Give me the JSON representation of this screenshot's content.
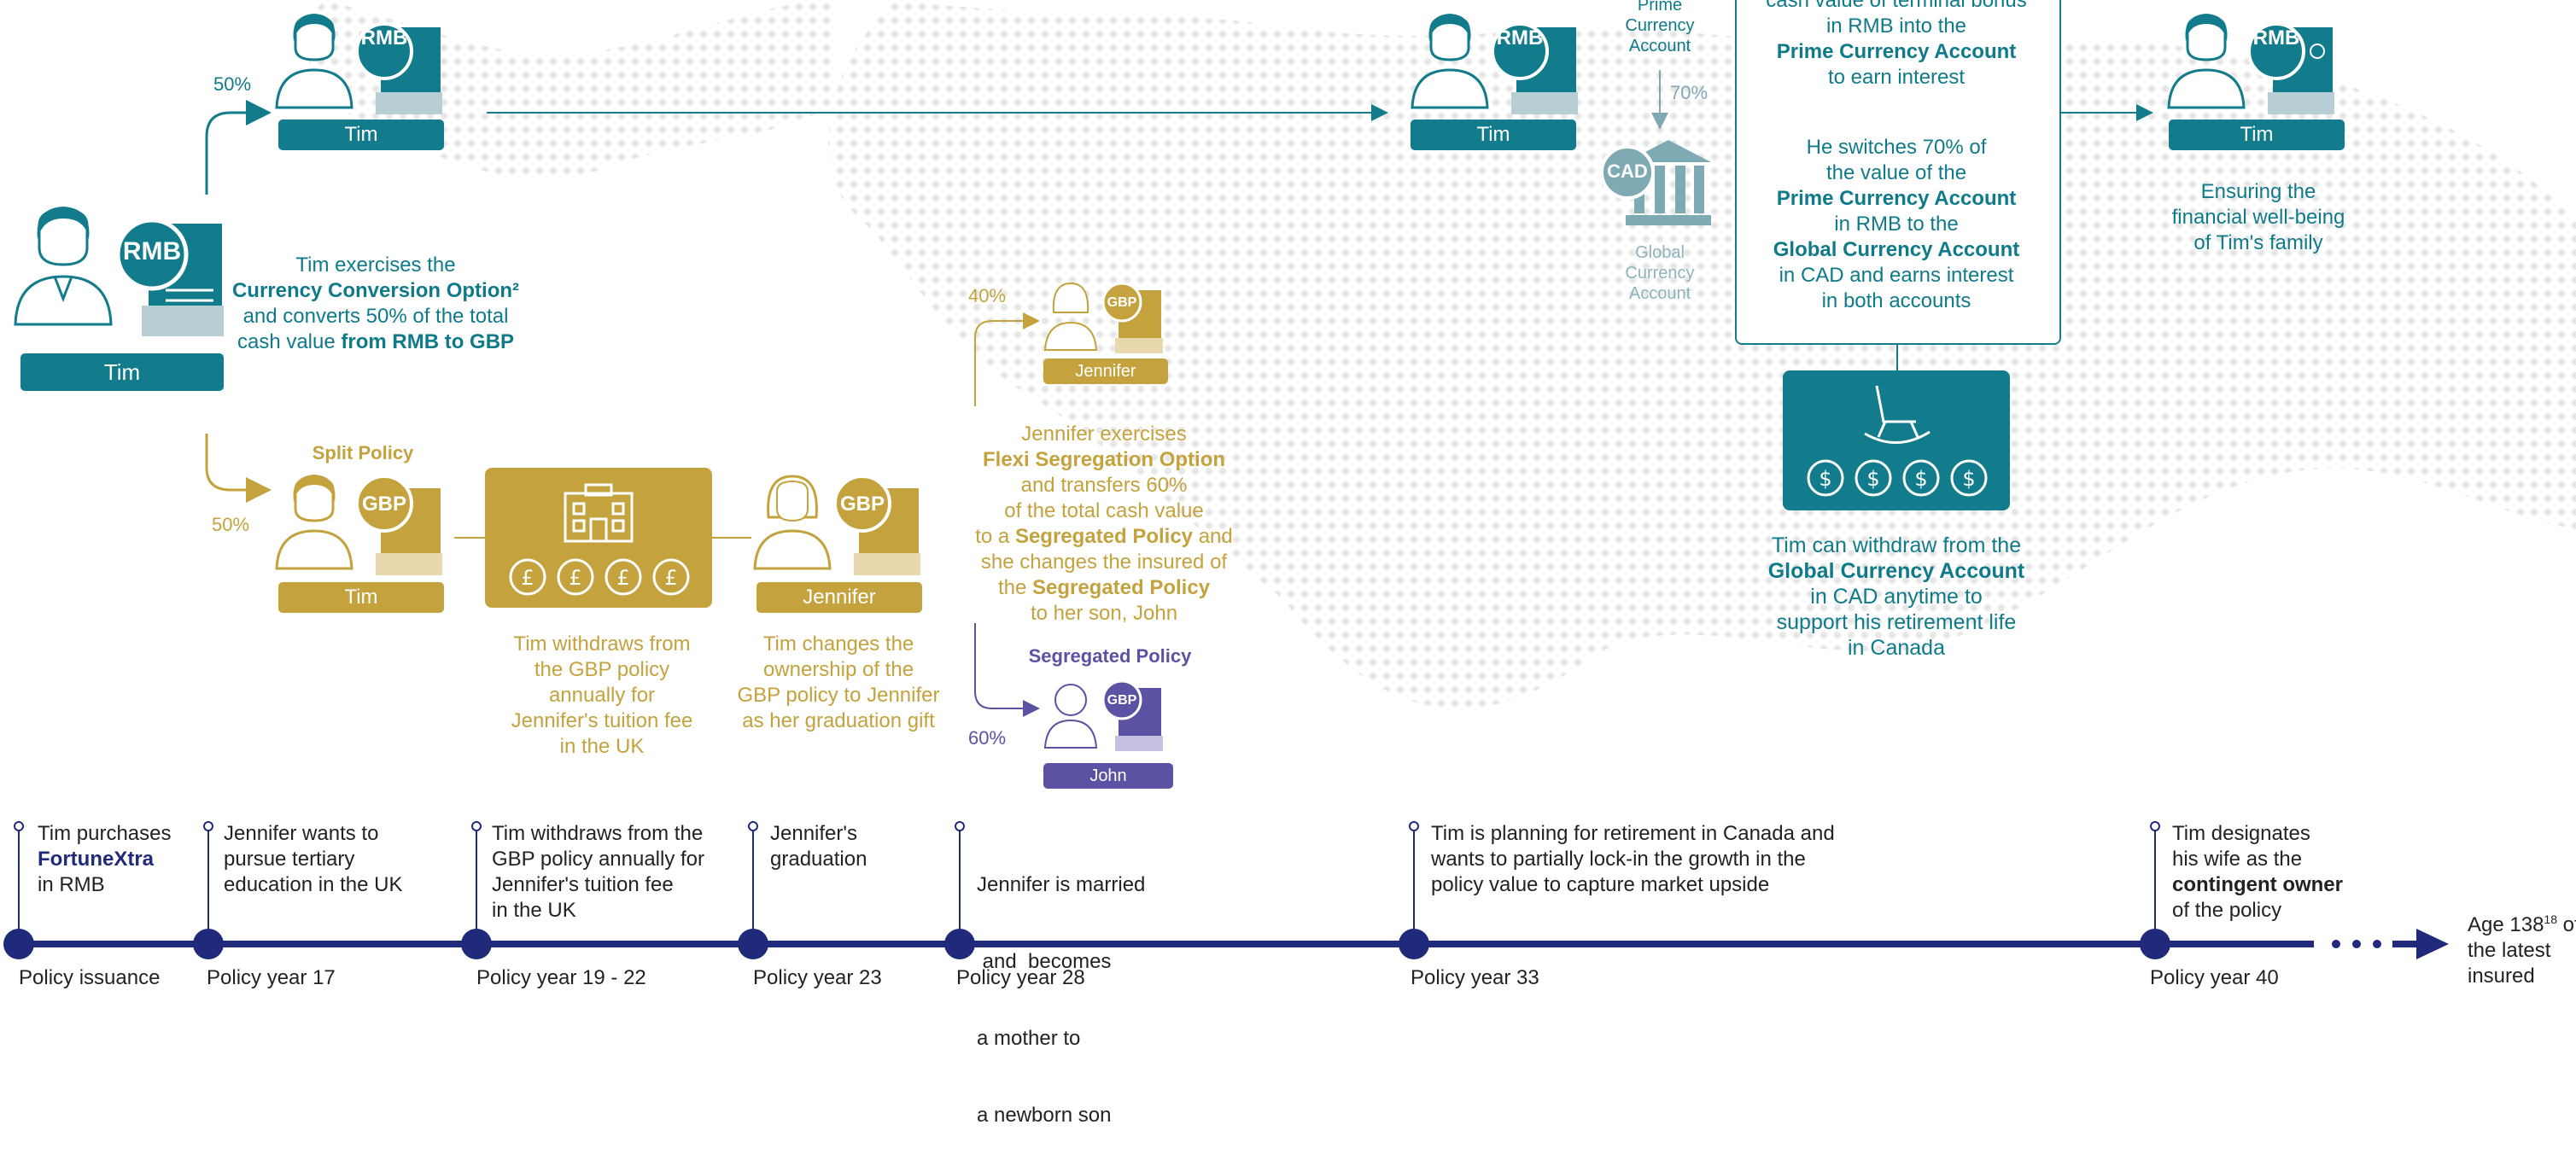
{
  "colors": {
    "teal": "#127c8c",
    "gold": "#c4a23d",
    "purple": "#5b52a3",
    "navy": "#1f2b7a"
  },
  "icons": {
    "person_currency": "person-with-currency-document-icon",
    "building_money": "building-with-coins-icon",
    "bank": "bank-icon",
    "rocking_chair_money": "rocking-chair-with-coins-icon"
  },
  "people": {
    "tim_main": {
      "name": "Tim",
      "currency": "RMB"
    },
    "tim_top": {
      "name": "Tim",
      "currency": "RMB"
    },
    "tim_mid": {
      "name": "Tim",
      "currency": "RMB"
    },
    "tim_right": {
      "name": "Tim",
      "currency": "RMB"
    },
    "tim_gbp": {
      "name": "Tim",
      "currency": "GBP"
    },
    "jennifer_gbp": {
      "name": "Jennifer",
      "currency": "GBP"
    },
    "jennifer_small": {
      "name": "Jennifer",
      "currency": "GBP"
    },
    "john": {
      "name": "John",
      "currency": "GBP"
    }
  },
  "percentages": {
    "top_branch": "50%",
    "bottom_branch": "50%",
    "jennifer_branch": "40%",
    "john_branch": "60%",
    "cad_switch": "70%"
  },
  "accounts": {
    "prime_l1": "Prime",
    "prime_l2": "Currency",
    "prime_l3": "Account",
    "cad": "CAD",
    "global_l1": "Global",
    "global_l2": "Currency",
    "global_l3": "Account"
  },
  "captions": {
    "split_policy": "Split Policy",
    "segregated_policy": "Segregated Policy",
    "currency_conversion": {
      "l1": "Tim exercises the",
      "l2": "Currency Conversion Option²",
      "l3": "and converts 50% of the total",
      "l4a": "cash value ",
      "l4b": "from RMB to GBP"
    },
    "withdraw": [
      "Tim withdraws from",
      "the GBP policy",
      "annually for",
      "Jennifer's tuition fee",
      "in the UK"
    ],
    "ownership": [
      "Tim changes the",
      "ownership of the",
      "GBP policy to Jennifer",
      "as her graduation gift"
    ],
    "flexi": {
      "l1": "Jennifer exercises",
      "l2": "Flexi Segregation Option",
      "l3": "and transfers 60%",
      "l4": "of the total cash value",
      "l5a": "to a ",
      "l5b": "Segregated Policy",
      "l5c": " and",
      "l6": "she changes the insured of",
      "l7a": "the ",
      "l7b": "Segregated Policy",
      "l8": "to her son, John"
    },
    "box_top": {
      "l1": "cash value of terminal bonus",
      "l2": "in RMB into the",
      "l3": "Prime Currency Account",
      "l4": "to earn interest"
    },
    "box_bottom": {
      "l1": "He switches 70% of",
      "l2": "the value of the",
      "l3": "Prime Currency Account",
      "l4": "in RMB to the",
      "l5": "Global Currency Account",
      "l6": "in CAD and earns interest",
      "l7": "in both accounts"
    },
    "withdraw_cad": {
      "l1": "Tim can withdraw from the",
      "l2": "Global Currency Account",
      "l3": "in CAD anytime to",
      "l4": "support his retirement life",
      "l5": "in Canada"
    },
    "wellbeing": [
      "Ensuring the",
      "financial well-being",
      "of Tim's family"
    ]
  },
  "timeline": {
    "events": [
      {
        "l1": "Tim purchases",
        "l2": "FortuneXtra",
        "l3": "in RMB",
        "year": "Policy issuance"
      },
      {
        "l1": "Jennifer wants to",
        "l2": "pursue tertiary",
        "l3": "education in the UK",
        "year": "Policy year 17"
      },
      {
        "l1": "Tim withdraws from the",
        "l2": "GBP policy annually for",
        "l3": "Jennifer's tuition fee",
        "l4": "in the UK",
        "year": "Policy year 19 - 22"
      },
      {
        "l1": "Jennifer's",
        "l2": "graduation",
        "year": "Policy year 23"
      },
      {
        "l1": "Jennifer is married",
        "l2": " and  becomes",
        "l3": "a mother to",
        "l4": "a newborn son",
        "year": "Policy year 28"
      },
      {
        "l1": "Tim is planning for retirement in Canada and",
        "l2": "wants to partially lock-in the growth in the",
        "l3": "policy value to capture market upside",
        "year": "Policy year 33"
      },
      {
        "l1": "Tim designates",
        "l2": "his wife as the",
        "l3": "contingent owner",
        "l4": "of the policy",
        "year": "Policy year 40"
      }
    ],
    "end_l1a": "Age 138",
    "end_sup": "18",
    "end_l1b": " of",
    "end_l2": "the latest",
    "end_l3": "insured"
  }
}
